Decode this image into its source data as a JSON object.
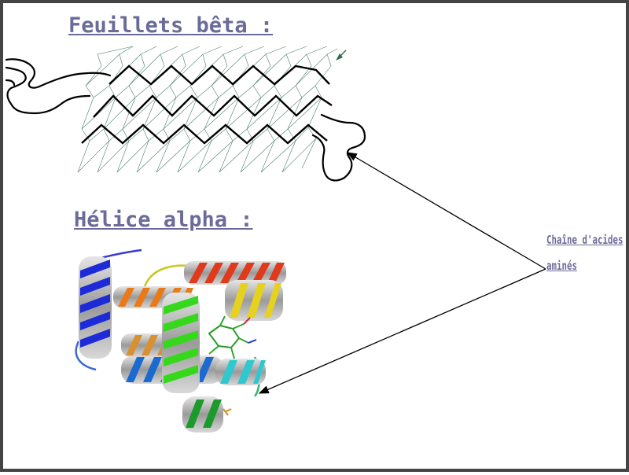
{
  "labels": {
    "beta_title": "Feuillets bêta :",
    "alpha_title": "Hélice alpha :",
    "callout_line1": "Chaîne d'acides",
    "callout_line2": "aminés"
  },
  "colors": {
    "title": "#6b6b9a",
    "frame": "#444444",
    "grid": "#2e6b4f",
    "arrow": "#000000"
  }
}
